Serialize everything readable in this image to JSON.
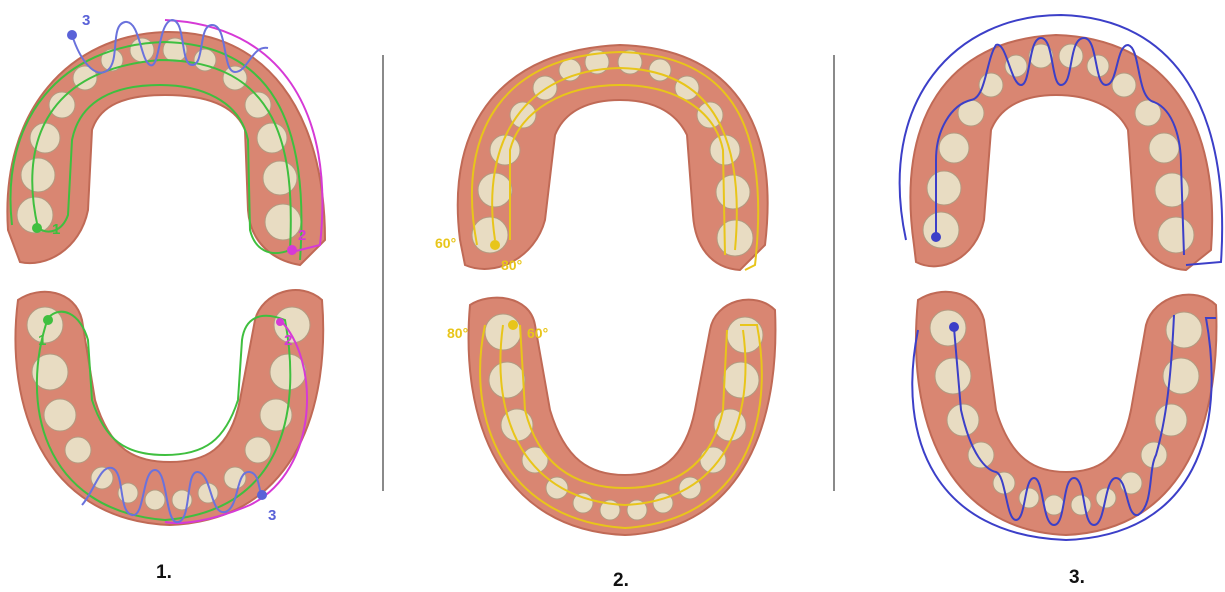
{
  "captions": [
    "1.",
    "2.",
    "3."
  ],
  "panel1": {
    "markers": [
      "1",
      "2",
      "3"
    ],
    "colors": {
      "green": "#3fbf3f",
      "magenta": "#d63ad6",
      "blue": "#5a62d8"
    }
  },
  "panel2": {
    "angle_labels": [
      "60°",
      "80°",
      "60°",
      "80°"
    ],
    "color": "#e8c51a"
  },
  "panel3": {
    "color": "#3c3fc8"
  },
  "colors": {
    "gum": "#d98672",
    "gum_dark": "#c06a56",
    "tooth": "#e8dcc2",
    "divider": "#8a8a8a"
  }
}
